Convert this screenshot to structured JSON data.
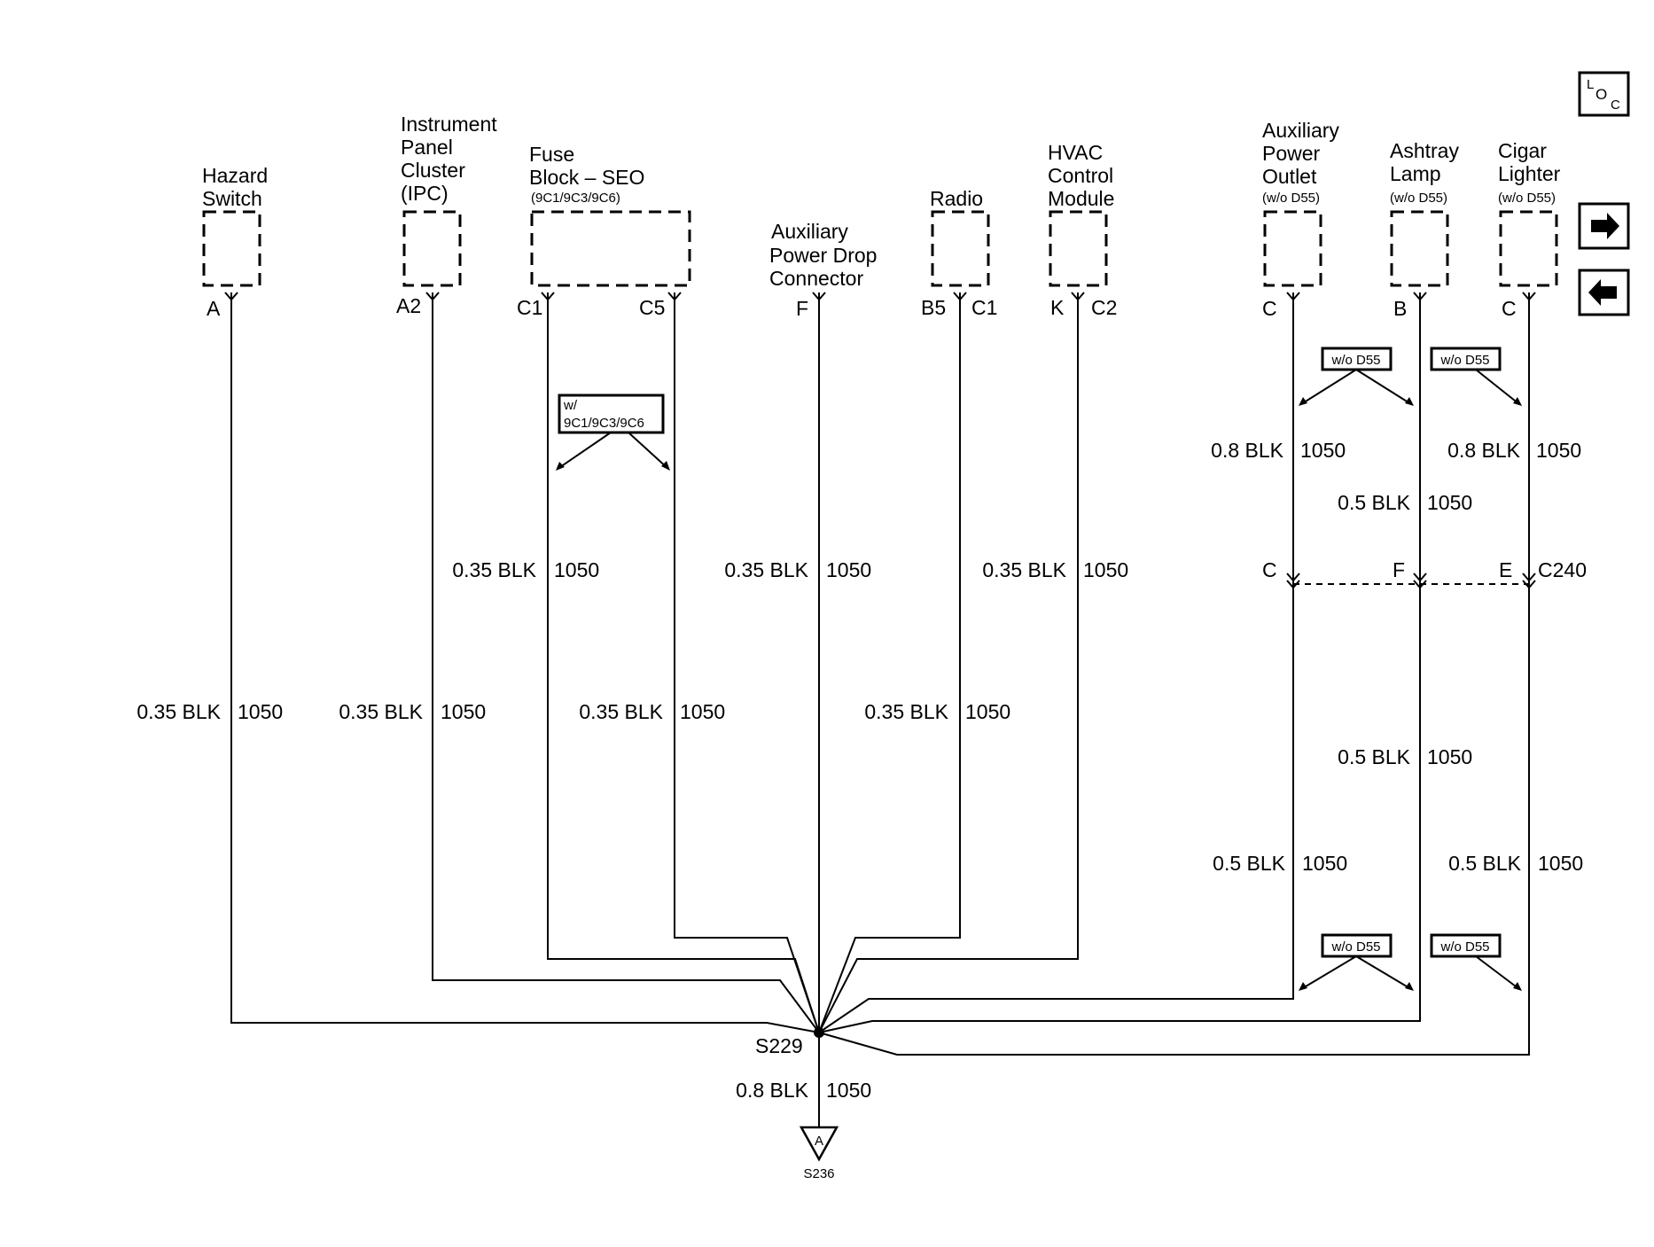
{
  "components": {
    "hazard": {
      "lines": [
        "Hazard",
        "Switch"
      ],
      "pin": "A"
    },
    "ipc": {
      "lines": [
        "Instrument",
        "Panel",
        "Cluster",
        "(IPC)"
      ],
      "pin": "A2"
    },
    "fuse": {
      "lines": [
        "Fuse",
        "Block – SEO"
      ],
      "sub": "(9C1/9C3/9C6)",
      "pin_left": "C1",
      "pin_right": "C5"
    },
    "aux_drop": {
      "lines": [
        "Auxiliary",
        "Power Drop",
        "Connector"
      ],
      "pin": "F"
    },
    "radio": {
      "lines": [
        "Radio"
      ],
      "pin_left": "B5",
      "pin_right": "C1"
    },
    "hvac": {
      "lines": [
        "HVAC",
        "Control",
        "Module"
      ],
      "pin_left": "K",
      "pin_right": "C2"
    },
    "aux_outlet": {
      "lines": [
        "Auxiliary",
        "Power",
        "Outlet"
      ],
      "sub": "(w/o D55)",
      "pin": "C"
    },
    "ashtray": {
      "lines": [
        "Ashtray",
        "Lamp"
      ],
      "sub": "(w/o D55)",
      "pin": "B"
    },
    "cigar": {
      "lines": [
        "Cigar",
        "Lighter"
      ],
      "sub": "(w/o D55)",
      "pin": "C"
    }
  },
  "wires": {
    "hazard": {
      "gauge": "0.35 BLK",
      "circuit": "1050"
    },
    "ipc": {
      "gauge": "0.35 BLK",
      "circuit": "1050"
    },
    "fuse_c1": {
      "gauge": "0.35 BLK",
      "circuit": "1050"
    },
    "fuse_c5": {
      "gauge": "0.35 BLK",
      "circuit": "1050"
    },
    "aux_drop": {
      "gauge": "0.35 BLK",
      "circuit": "1050"
    },
    "radio_c1": {
      "gauge": "0.35 BLK",
      "circuit": "1050"
    },
    "hvac_c2": {
      "gauge": "0.35 BLK",
      "circuit": "1050"
    },
    "outlet_upper": {
      "gauge": "0.8 BLK",
      "circuit": "1050"
    },
    "ashtray_upper": {
      "gauge": "0.5 BLK",
      "circuit": "1050"
    },
    "cigar_upper": {
      "gauge": "0.8 BLK",
      "circuit": "1050"
    },
    "ashtray_lower": {
      "gauge": "0.5 BLK",
      "circuit": "1050"
    },
    "outlet_lower": {
      "gauge": "0.5 BLK",
      "circuit": "1050"
    },
    "cigar_lower": {
      "gauge": "0.5 BLK",
      "circuit": "1050"
    },
    "ground": {
      "gauge": "0.8 BLK",
      "circuit": "1050"
    }
  },
  "options": {
    "fuse": [
      "w/",
      "9C1/9C3/9C6"
    ],
    "outlet_top": "w/o D55",
    "cigar_top": "w/o D55",
    "outlet_bottom": "w/o D55",
    "cigar_bottom": "w/o D55"
  },
  "connector_c240": {
    "name": "C240",
    "pin_outlet": "C",
    "pin_ashtray": "F",
    "pin_cigar": "E"
  },
  "splice": {
    "name": "S229"
  },
  "ground": {
    "letter": "A",
    "name": "S236"
  },
  "loc_icon": {
    "l": "L",
    "o": "O",
    "c": "C"
  },
  "nav": {
    "next": "next-page-arrow-icon",
    "prev": "previous-page-arrow-icon"
  }
}
